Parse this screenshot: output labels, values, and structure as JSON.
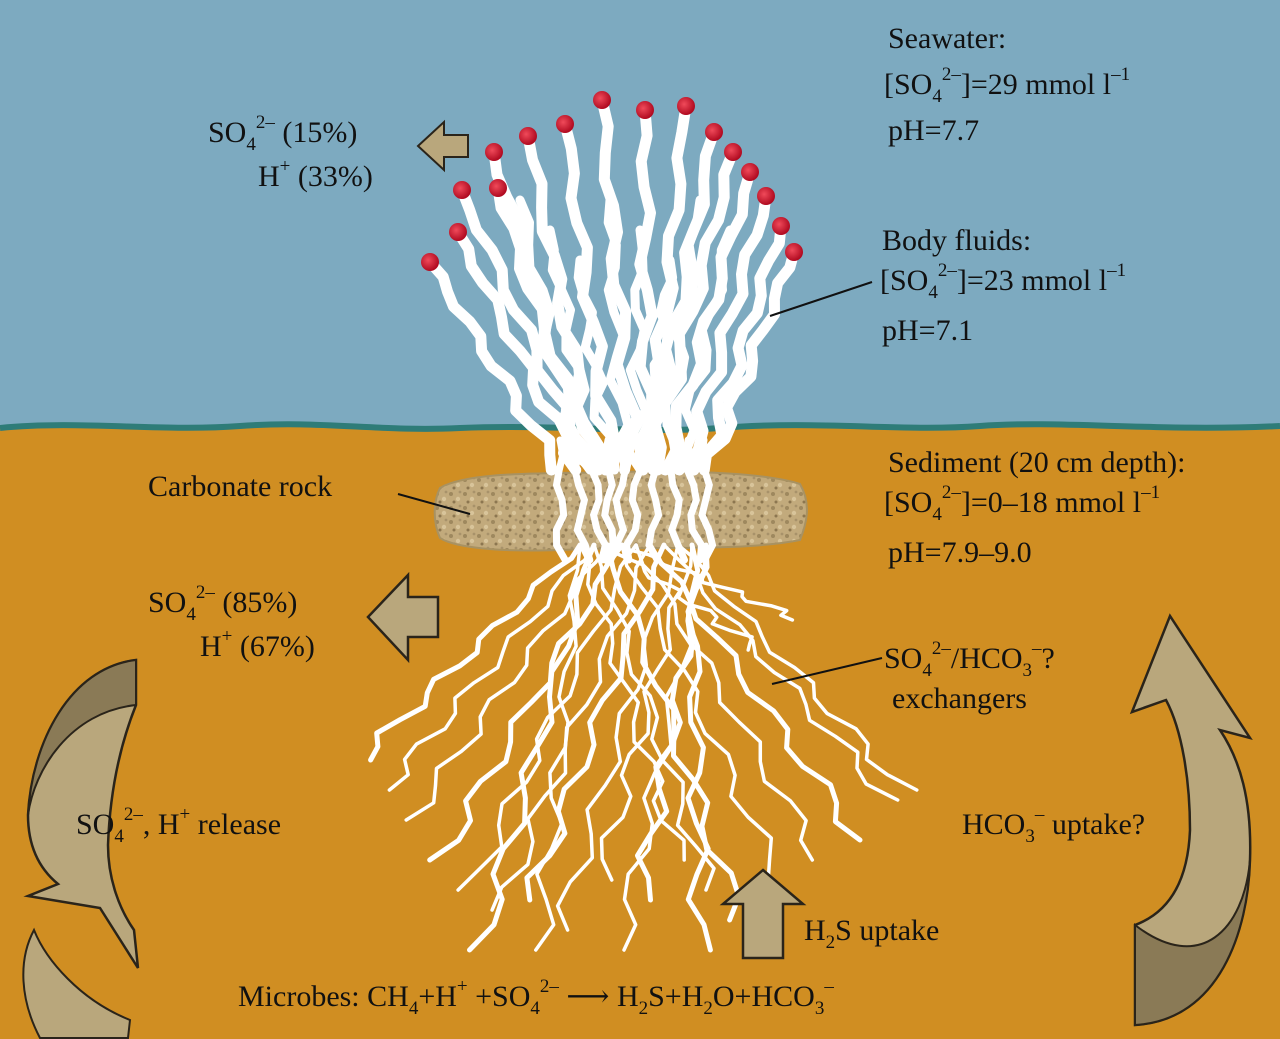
{
  "colors": {
    "seawater": "#7DAAC0",
    "sediment": "#D08E22",
    "shoreline": "#2E7C78",
    "tube": "#FFFFFF",
    "plume_tip": "#C8102E",
    "rock": "#BFA77A",
    "arrow_fill": "#B9A77C",
    "arrow_stroke": "#2A241A",
    "text": "#111111"
  },
  "icons": [
    "left-arrow-icon",
    "up-arrow-icon",
    "curved-arrow-icon"
  ],
  "top_left": {
    "line1_main": "SO",
    "line1_sub": "4",
    "line1_sup": "2–",
    "line1_tail": " (15%)",
    "line2_main": "H",
    "line2_sup": "+",
    "line2_tail": " (33%)"
  },
  "seawater": {
    "title": "Seawater:",
    "conc_pre": "[SO",
    "conc_sub": "4",
    "conc_sup": "2–",
    "conc_post": "]=29 mmol l",
    "conc_unit_sup": "–1",
    "ph": "pH=7.7"
  },
  "body_fluids": {
    "title": "Body fluids:",
    "conc_pre": "[SO",
    "conc_sub": "4",
    "conc_sup": "2–",
    "conc_post": "]=23 mmol l",
    "conc_unit_sup": "–1",
    "ph": "pH=7.1"
  },
  "sediment": {
    "title": "Sediment (20 cm depth):",
    "conc_pre": "[SO",
    "conc_sub": "4",
    "conc_sup": "2–",
    "conc_post": "]=0–18 mmol l",
    "conc_unit_sup": "–1",
    "ph": "pH=7.9–9.0"
  },
  "carbonate_rock": "Carbonate rock",
  "mid_left": {
    "line1_main": "SO",
    "line1_sub": "4",
    "line1_sup": "2–",
    "line1_tail": " (85%)",
    "line2_main": "H",
    "line2_sup": "+",
    "line2_tail": " (67%)"
  },
  "exchangers": {
    "l1_main": "SO",
    "l1_sub": "4",
    "l1_sup": "2–",
    "l1_mid": "/HCO",
    "l1_sub2": "3",
    "l1_sup2": "–",
    "l1_tail": "?",
    "l2": "exchangers"
  },
  "release": {
    "main": "SO",
    "sub": "4",
    "sup": "2–",
    "mid": ", H",
    "sup2": "+",
    "tail": " release"
  },
  "uptake": {
    "main": "HCO",
    "sub": "3",
    "sup": "–",
    "tail": " uptake?"
  },
  "h2s_uptake": {
    "main": "H",
    "sub": "2",
    "tail": "S uptake"
  },
  "reaction": {
    "prefix": "Microbes: CH",
    "sub1": "4",
    "p2": "+H",
    "sup1": "+",
    "p3": " +SO",
    "sub2": "4",
    "sup2": "2–",
    "arrow": " ⟶ ",
    "p4": "H",
    "sub3": "2",
    "p5": "S+H",
    "sub4": "2",
    "p6": "O+HCO",
    "sub5": "3",
    "sup3": "–"
  }
}
